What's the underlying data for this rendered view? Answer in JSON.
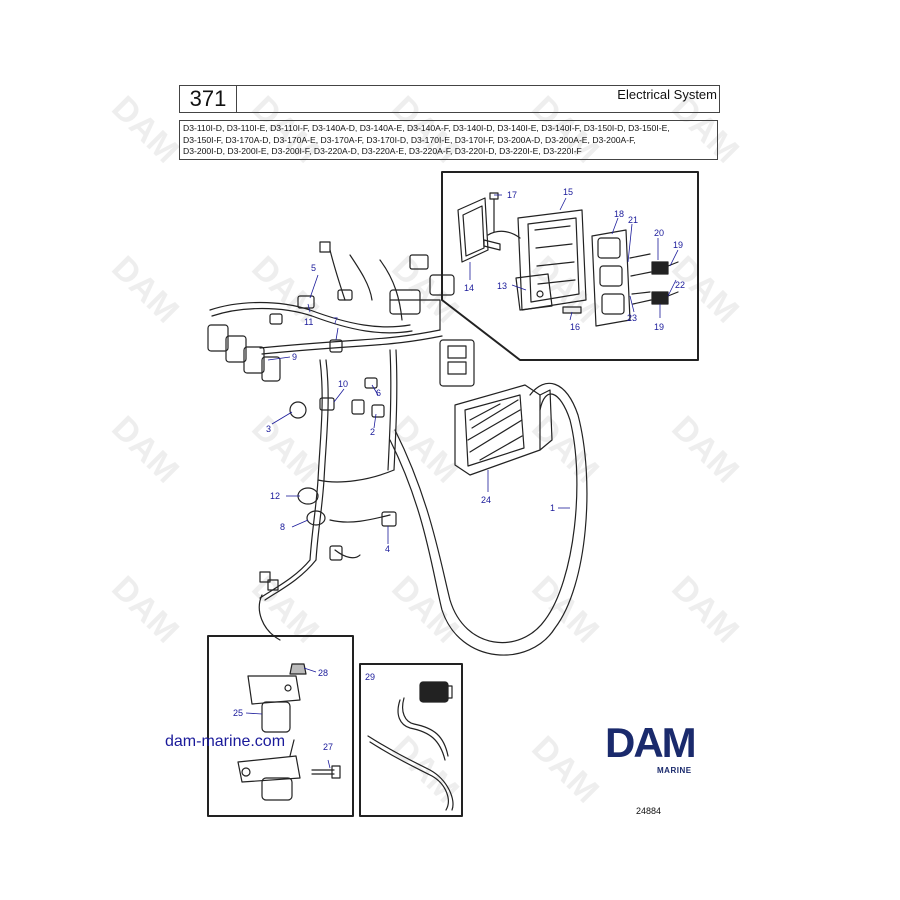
{
  "header": {
    "page_number": "371",
    "title": "Electrical System"
  },
  "models": {
    "line1": "D3-110I-D, D3-110I-E, D3-110I-F, D3-140A-D, D3-140A-E, D3-140A-F, D3-140I-D, D3-140I-E, D3-140I-F, D3-150I-D, D3-150I-E,",
    "line2": "D3-150I-F, D3-170A-D, D3-170A-E, D3-170A-F, D3-170I-D, D3-170I-E, D3-170I-F, D3-200A-D, D3-200A-E, D3-200A-F,",
    "line3": "D3-200I-D, D3-200I-E, D3-200I-F, D3-220A-D, D3-220A-E, D3-220A-F, D3-220I-D, D3-220I-E, D3-220I-F"
  },
  "callouts": {
    "c1": "1",
    "c2": "2",
    "c3": "3",
    "c4": "4",
    "c5": "5",
    "c6": "6",
    "c7": "7",
    "c8": "8",
    "c9": "9",
    "c10": "10",
    "c11": "11",
    "c12": "12",
    "c13": "13",
    "c14": "14",
    "c15": "15",
    "c16": "16",
    "c17": "17",
    "c18": "18",
    "c19a": "19",
    "c19b": "19",
    "c20": "20",
    "c21": "21",
    "c22": "22",
    "c23": "23",
    "c24": "24",
    "c25": "25",
    "c27": "27",
    "c28": "28",
    "c29": "29"
  },
  "watermark_text": "DAM",
  "site_link": "dam-marine.com",
  "brand": {
    "name": "DAM",
    "sub": "MARINE",
    "color": "#1a2a6c"
  },
  "figure_number": "24884",
  "colors": {
    "callout": "#1a1a9a",
    "line": "#222222",
    "watermark": "#ececec"
  }
}
